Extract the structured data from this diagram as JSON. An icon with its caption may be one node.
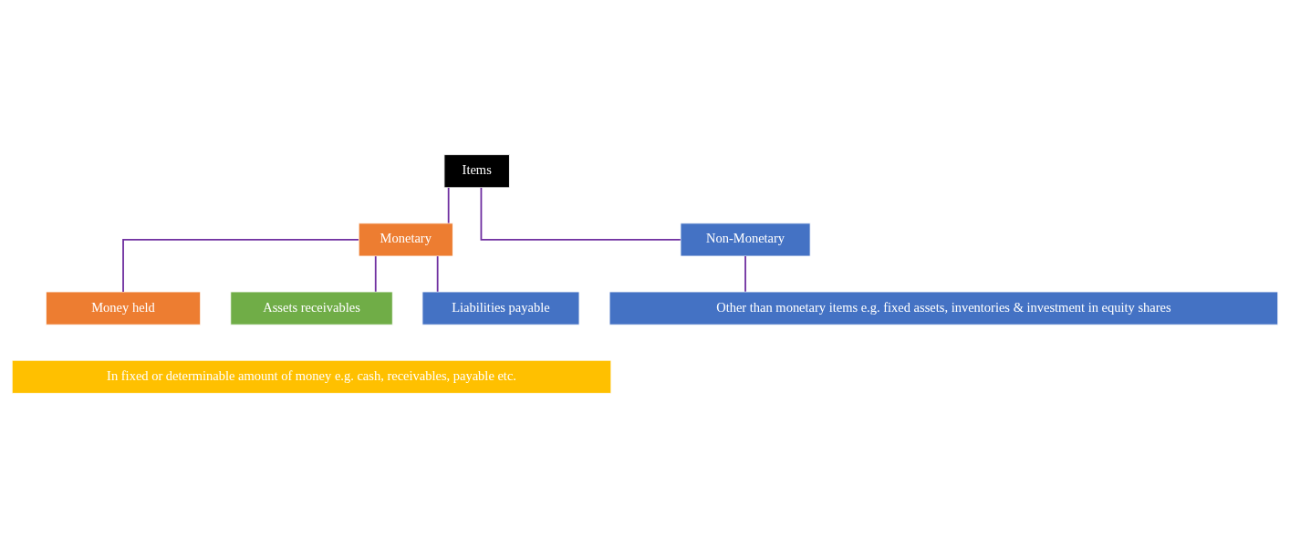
{
  "diagram": {
    "nodes": [
      {
        "text": [
          "Items"
        ]
      },
      {
        "text": [
          "Monetary"
        ]
      },
      {
        "text": [
          "Non-Monetary"
        ]
      },
      {
        "text": [
          "Money held"
        ]
      },
      {
        "text": [
          "Assets receivables"
        ]
      },
      {
        "text": [
          "Liabilities payable"
        ]
      },
      {
        "text": [
          "Other than monetary items e.g. fixed assets, inventories & investment in equity shares"
        ]
      },
      {
        "text": [
          "In fixed or determinable amount of money e.g. cash, receivables, payable etc."
        ]
      }
    ],
    "edges": [
      {
        "from": 0,
        "to": 1,
        "arrow": "none"
      },
      {
        "from": 0,
        "to": 2,
        "arrow": "none"
      },
      {
        "from": 1,
        "to": 3,
        "arrow": "none"
      },
      {
        "from": 1,
        "to": 4,
        "arrow": "none"
      },
      {
        "from": 1,
        "to": 5,
        "arrow": "none"
      },
      {
        "from": 2,
        "to": 6,
        "arrow": "none"
      }
    ]
  }
}
